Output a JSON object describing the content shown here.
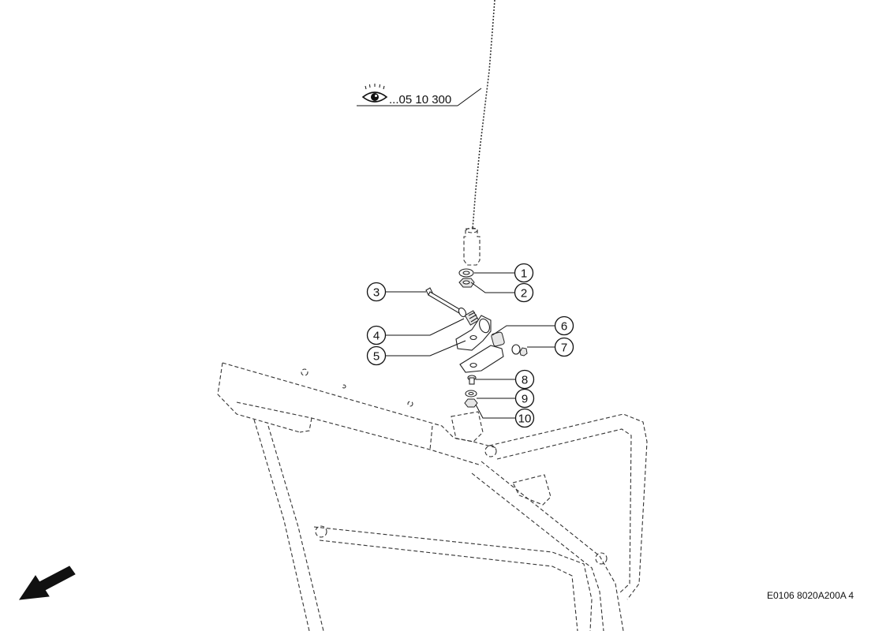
{
  "view_reference": {
    "icon": "eye-icon",
    "label": "...05 10 300"
  },
  "callouts": [
    {
      "number": "1"
    },
    {
      "number": "2"
    },
    {
      "number": "3"
    },
    {
      "number": "4"
    },
    {
      "number": "5"
    },
    {
      "number": "6"
    },
    {
      "number": "7"
    },
    {
      "number": "8"
    },
    {
      "number": "9"
    },
    {
      "number": "10"
    }
  ],
  "drawing_code": "E0106 8020A200A 4",
  "direction_arrow": "arrow-icon"
}
